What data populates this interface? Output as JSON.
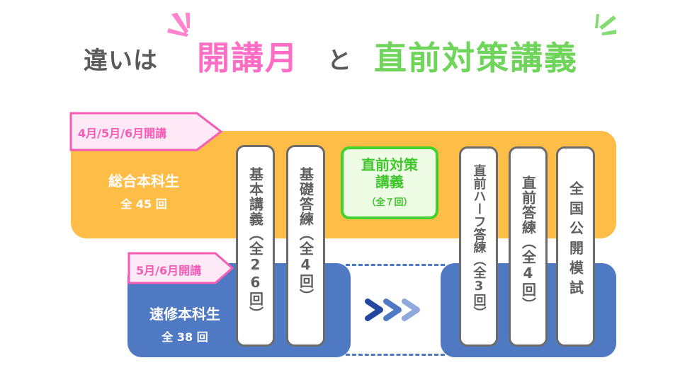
{
  "title": {
    "prefix": "違いは",
    "highlight1": "開講月",
    "conjunction": "と",
    "highlight2": "直前対策講義"
  },
  "colors": {
    "pink": "#ff6ec4",
    "green": "#6ed45a",
    "orange": "#fdbd47",
    "blue": "#4f79c3",
    "gray_text": "#5f5f5f"
  },
  "courses": [
    {
      "tag": "4月/5月/6月開講",
      "name": "総合本科生",
      "count": "全 45 回"
    },
    {
      "tag": "5月/6月開講",
      "name": "速修本科生",
      "count": "全 38 回"
    }
  ],
  "lectures": [
    {
      "label": "基本講義（全26回）"
    },
    {
      "label": "基礎答練（全4回）"
    },
    {
      "label": "直前ハーフ答練（全3回）"
    },
    {
      "label": "直前答練（全4回）"
    },
    {
      "label": "全国公開模試"
    }
  ],
  "special": {
    "line1": "直前対策",
    "line2": "講義",
    "count": "（全７回）"
  },
  "arrow_icon": "triple-chevron-right"
}
